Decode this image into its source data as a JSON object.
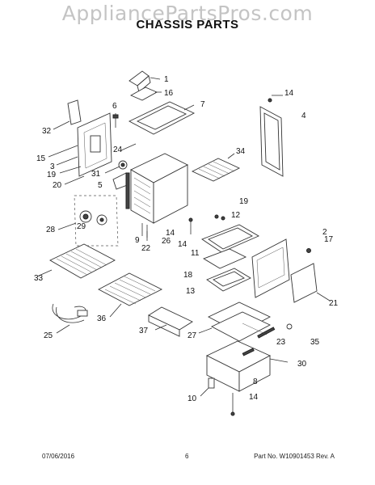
{
  "watermark": "AppliancePartsPros.com",
  "title": "CHASSIS PARTS",
  "footer": {
    "date": "07/06/2016",
    "page": "6",
    "part_number": "Part No. W10901453  Rev. A"
  },
  "callouts": [
    {
      "id": "c1",
      "label": "1"
    },
    {
      "id": "c16",
      "label": "16"
    },
    {
      "id": "c7",
      "label": "7"
    },
    {
      "id": "c6",
      "label": "6"
    },
    {
      "id": "c32",
      "label": "32"
    },
    {
      "id": "c15",
      "label": "15"
    },
    {
      "id": "c3",
      "label": "3"
    },
    {
      "id": "c24",
      "label": "24"
    },
    {
      "id": "c19a",
      "label": "19"
    },
    {
      "id": "c20",
      "label": "20"
    },
    {
      "id": "c31",
      "label": "31"
    },
    {
      "id": "c5",
      "label": "5"
    },
    {
      "id": "c14a",
      "label": "14"
    },
    {
      "id": "c4",
      "label": "4"
    },
    {
      "id": "c34",
      "label": "34"
    },
    {
      "id": "c19b",
      "label": "19"
    },
    {
      "id": "c12",
      "label": "12"
    },
    {
      "id": "c28",
      "label": "28"
    },
    {
      "id": "c29",
      "label": "29"
    },
    {
      "id": "c9",
      "label": "9"
    },
    {
      "id": "c22",
      "label": "22"
    },
    {
      "id": "c14b",
      "label": "14"
    },
    {
      "id": "c26",
      "label": "26"
    },
    {
      "id": "c14c",
      "label": "14"
    },
    {
      "id": "c2",
      "label": "2"
    },
    {
      "id": "c17",
      "label": "17"
    },
    {
      "id": "c11",
      "label": "11"
    },
    {
      "id": "c33",
      "label": "33"
    },
    {
      "id": "c18",
      "label": "18"
    },
    {
      "id": "c13",
      "label": "13"
    },
    {
      "id": "c21",
      "label": "21"
    },
    {
      "id": "c36",
      "label": "36"
    },
    {
      "id": "c37",
      "label": "37"
    },
    {
      "id": "c27",
      "label": "27"
    },
    {
      "id": "c25",
      "label": "25"
    },
    {
      "id": "c23",
      "label": "23"
    },
    {
      "id": "c35",
      "label": "35"
    },
    {
      "id": "c30",
      "label": "30"
    },
    {
      "id": "c8",
      "label": "8"
    },
    {
      "id": "c10",
      "label": "10"
    },
    {
      "id": "c14d",
      "label": "14"
    }
  ]
}
